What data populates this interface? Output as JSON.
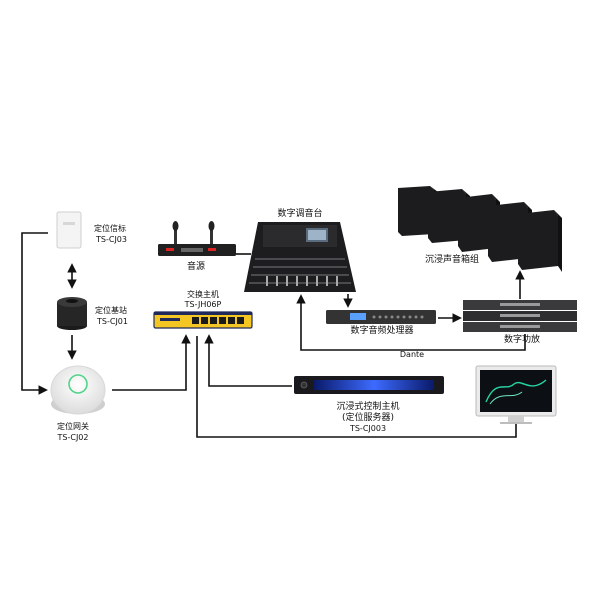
{
  "devices": {
    "beacon": {
      "name": "定位信标",
      "model": "TS-CJ03"
    },
    "base_station": {
      "name": "定位基站",
      "model": "TS-CJ01"
    },
    "gateway": {
      "name": "定位网关",
      "model": "TS-CJ02"
    },
    "audio_source": {
      "name": "音源"
    },
    "mixer": {
      "name": "数字调音台"
    },
    "switch": {
      "name": "交换主机",
      "model": "TS-JH06P"
    },
    "dsp": {
      "name": "数字音频处理器"
    },
    "speakers": {
      "name": "沉浸声音箱组"
    },
    "amplifier": {
      "name": "数字功放"
    },
    "controller": {
      "name": "沉浸式控制主机",
      "subtitle": "(定位服务器)",
      "model": "TS-CJ003"
    }
  },
  "connections": {
    "dante_label": "Dante"
  },
  "colors": {
    "line": "#111111",
    "device_dark": "#1d1d1f",
    "switch_yellow": "#f3c623",
    "controller_glow": "#2f5cff",
    "screen_green": "#27d3a2"
  }
}
